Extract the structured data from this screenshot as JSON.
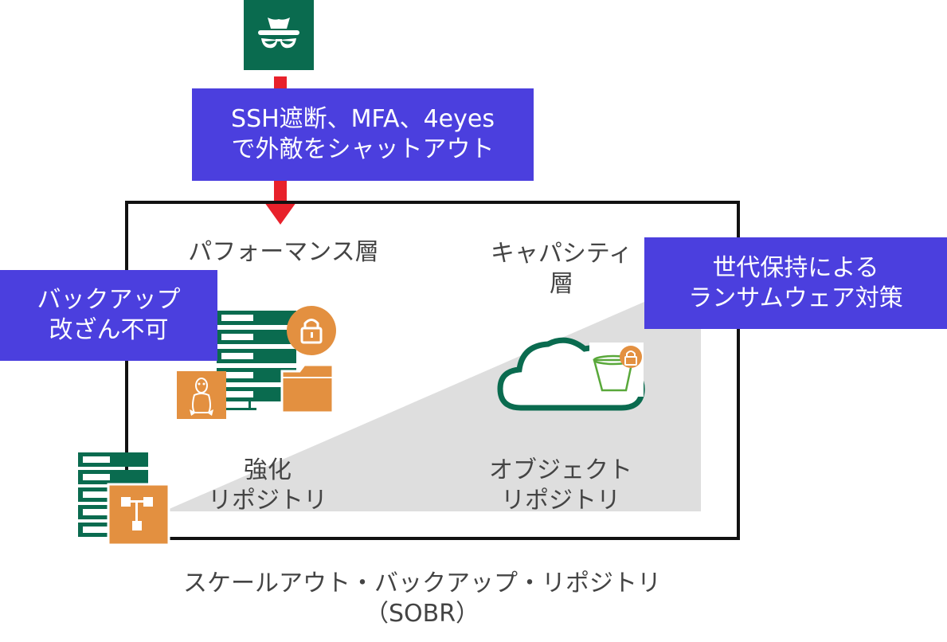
{
  "callouts": {
    "shutout": [
      "SSH遮断、MFA、4eyes",
      "で外敵をシャットアウト"
    ],
    "retention": [
      "世代保持による",
      "ランサムウェア対策"
    ],
    "immutable": [
      "バックアップ",
      "改ざん不可"
    ]
  },
  "tiers": {
    "performance": "パフォーマンス層",
    "capacity": [
      "キャパシティ",
      "層"
    ]
  },
  "repositories": {
    "hardened": [
      "強化",
      "リポジトリ"
    ],
    "object": [
      "オブジェクト",
      "リポジトリ"
    ]
  },
  "sobr": {
    "name": "スケールアウト・バックアップ・リポジトリ",
    "abbr": "（SOBR）"
  },
  "colors": {
    "callout": "#4b3fde",
    "green": "#0a6b4f",
    "orange": "#e39040",
    "arrow": "#e8212b",
    "wedge": "#dedede",
    "cloud_green": "#0a6b4f",
    "bucket_green": "#59a83a"
  },
  "icons": [
    "hacker-icon",
    "server-stack-icon",
    "lock-icon",
    "folder-icon",
    "linux-penguin-icon",
    "cloud-icon",
    "bucket-lock-icon",
    "sobr-repository-icon"
  ]
}
